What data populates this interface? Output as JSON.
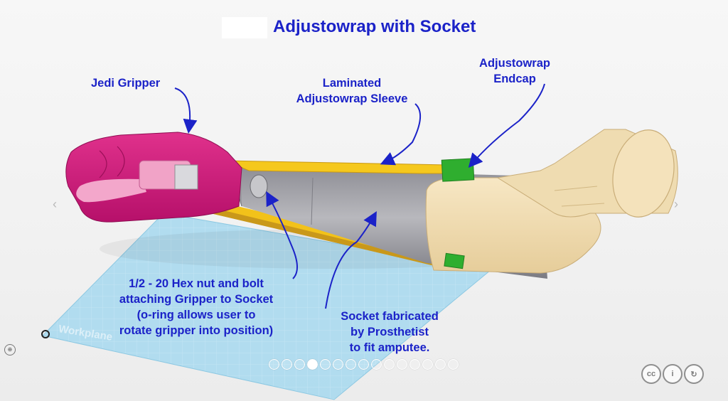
{
  "title": "Adjustowrap with Socket",
  "labels": {
    "gripper": "Jedi Gripper",
    "sleeve": "Laminated\nAdjustowrap Sleeve",
    "endcap": "Adjustowrap\nEndcap",
    "hex": "1/2 - 20 Hex nut and bolt\nattaching Gripper to Socket\n(o-ring allows user to\nrotate gripper into position)",
    "socket": "Socket fabricated\nby Prosthetist\nto fit amputee."
  },
  "workplane_label": "Workplane",
  "carousel": {
    "prev_symbol": "‹",
    "next_symbol": "›",
    "slide_count": 15,
    "active_index": 3
  },
  "license_icons": [
    "cc-icon",
    "attribution-icon",
    "share-alike-icon"
  ],
  "license_glyphs": [
    "cc",
    "i",
    "↻"
  ],
  "colors": {
    "title": "#1b22c8",
    "gripper": "#d4197a",
    "sleeve": "#f2c21a",
    "endcap": "#2fae2f",
    "socket": "#a8a8ad",
    "cast": "#f0dcb0",
    "workplane": "#9fd4ec"
  }
}
